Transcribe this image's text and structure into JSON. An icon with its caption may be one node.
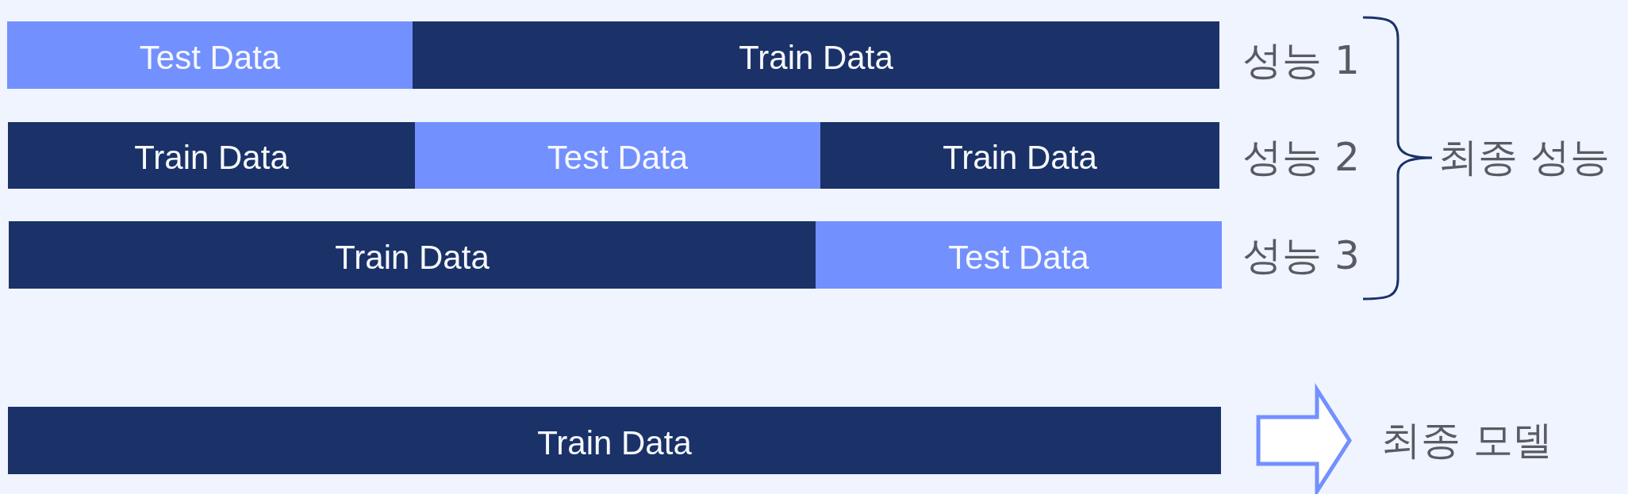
{
  "diagram": {
    "nodes": [
      {
        "text": [
          "Test Data"
        ]
      },
      {
        "text": [
          "Train Data"
        ]
      },
      {
        "text": [
          "Train Data"
        ]
      },
      {
        "text": [
          "Test Data"
        ]
      },
      {
        "text": [
          "Train Data"
        ]
      },
      {
        "text": [
          "Train Data"
        ]
      },
      {
        "text": [
          "Test Data"
        ]
      },
      {
        "text": [
          "Train Data"
        ]
      },
      {
        "text": [
          "최종 모델"
        ]
      }
    ],
    "edges": [
      {
        "from": 7,
        "to": 8,
        "arrow": "to"
      }
    ],
    "labels": [
      "성능 1",
      "성능 2",
      "최종 성능",
      "성능 3"
    ]
  }
}
